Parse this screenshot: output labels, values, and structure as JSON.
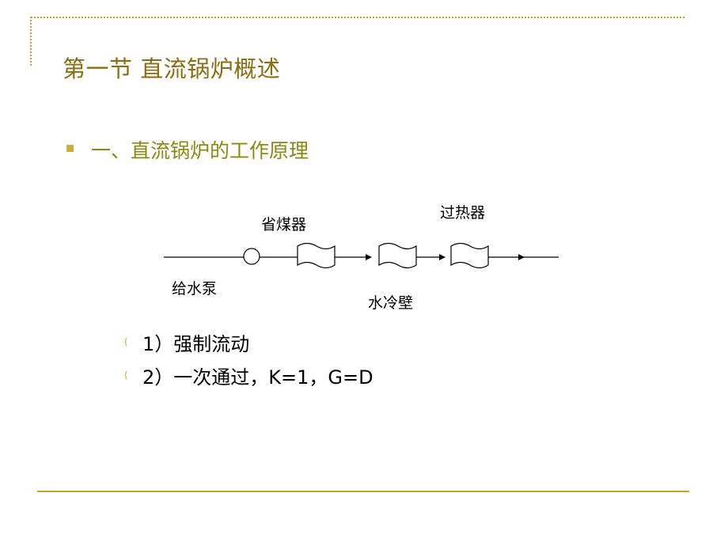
{
  "slide": {
    "title": "第一节 直流锅炉概述",
    "section_heading": "一、直流锅炉的工作原理",
    "diagram": {
      "labels": {
        "economizer": "省煤器",
        "superheater": "过热器",
        "feed_pump": "给水泵",
        "water_wall": "水冷壁"
      }
    },
    "points": [
      {
        "bullet": "(",
        "text": "1）强制流动"
      },
      {
        "bullet": "(",
        "text": "2）一次通过，K=1，G=D"
      }
    ]
  },
  "colors": {
    "title": "#8a6d10",
    "heading": "#8a8a10",
    "rule": "#c9a227",
    "bullet": "#c8b040"
  }
}
